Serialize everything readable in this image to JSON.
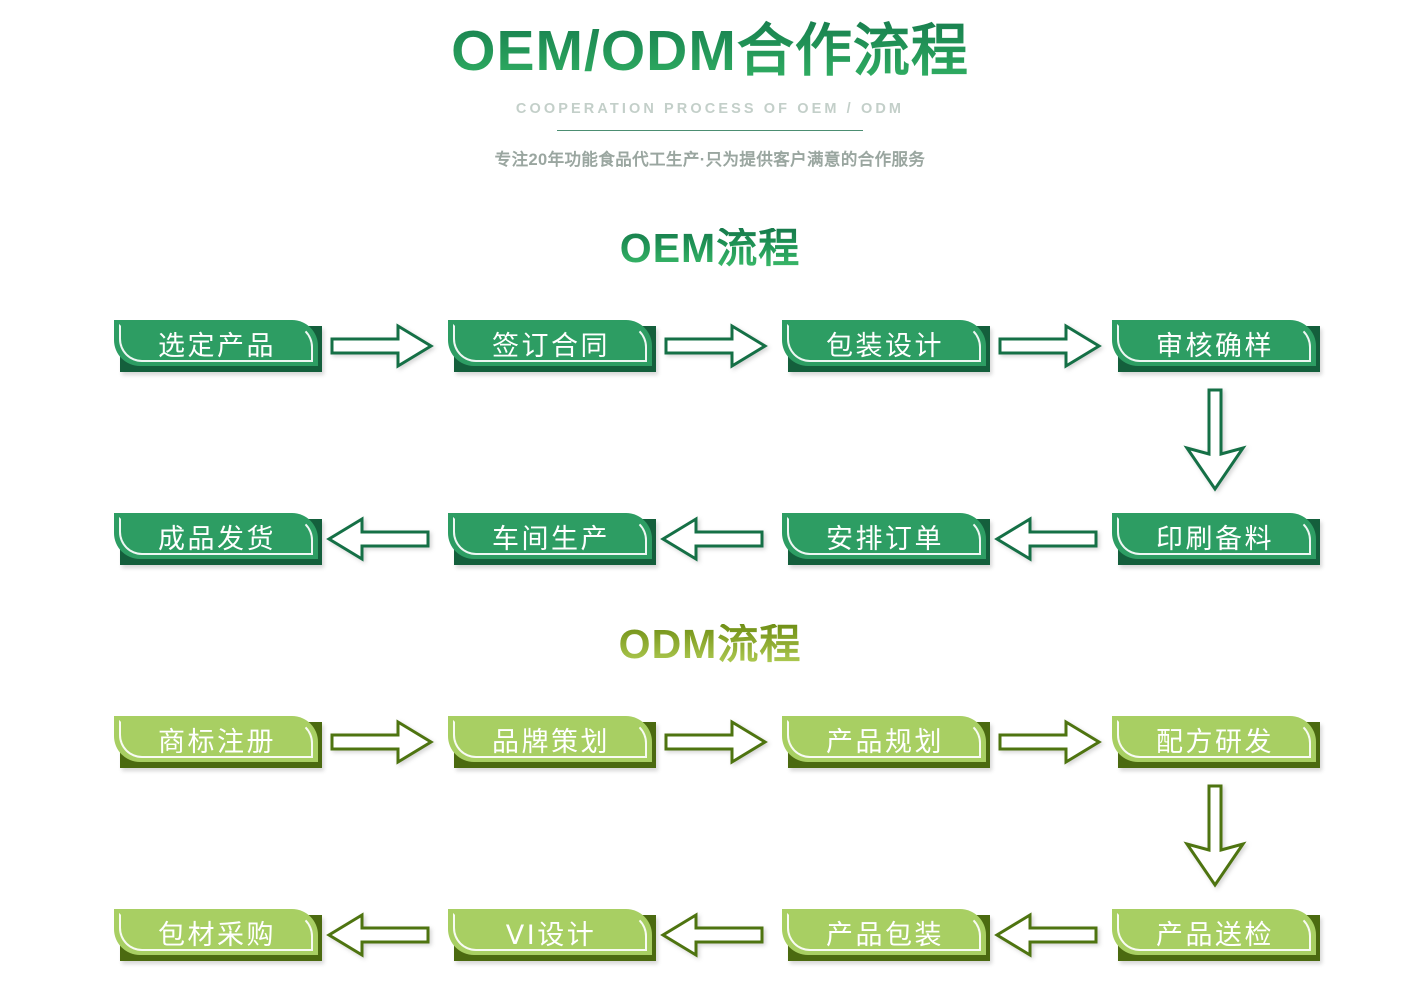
{
  "header": {
    "title": "OEM/ODM合作流程",
    "subtitle_en": "COOPERATION PROCESS OF OEM / ODM",
    "tagline": "专注20年功能食品代工生产·只为提供客户满意的合作服务"
  },
  "colors": {
    "oem_face": "#2d9d63",
    "oem_backing": "#145f3c",
    "oem_arrow_stroke": "#157046",
    "odm_face": "#a8cf63",
    "odm_backing": "#4b6a10",
    "odm_arrow_stroke": "#4e7410",
    "title_gradient_top": "#14724a",
    "title_gradient_bottom": "#31b063",
    "subtitle_color": "#c3cfc9",
    "tagline_color": "#9aa6a0",
    "divider_color": "#2d7a59"
  },
  "oem_section": {
    "heading": "OEM流程",
    "row1": [
      {
        "label": "选定产品"
      },
      {
        "label": "签订合同"
      },
      {
        "label": "包装设计"
      },
      {
        "label": "审核确样"
      }
    ],
    "row2": [
      {
        "label": "成品发货"
      },
      {
        "label": "车间生产"
      },
      {
        "label": "安排订单"
      },
      {
        "label": "印刷备料"
      }
    ],
    "row1_arrow_direction": "right",
    "row2_arrow_direction": "left",
    "connector_direction": "down"
  },
  "odm_section": {
    "heading": "ODM流程",
    "row1": [
      {
        "label": "商标注册"
      },
      {
        "label": "品牌策划"
      },
      {
        "label": "产品规划"
      },
      {
        "label": "配方研发"
      }
    ],
    "row2": [
      {
        "label": "包材采购"
      },
      {
        "label": "VI设计"
      },
      {
        "label": "产品包装"
      },
      {
        "label": "产品送检"
      }
    ],
    "row1_arrow_direction": "right",
    "row2_arrow_direction": "left",
    "connector_direction": "down"
  }
}
